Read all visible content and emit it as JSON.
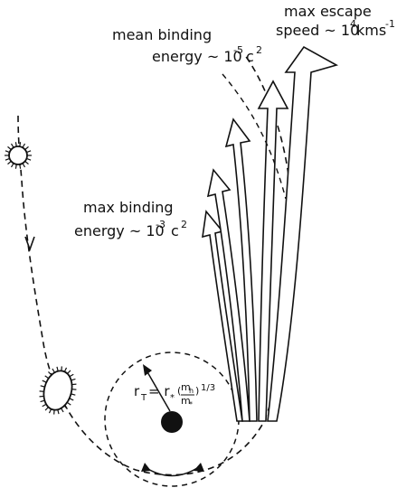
{
  "labels": {
    "max_escape_line1": "max escape",
    "max_escape_prefix": "speed ~ 10",
    "max_escape_exp": "4",
    "max_escape_unit": "kms",
    "max_escape_unit_exp": "-1",
    "mean_binding_line1": "mean binding",
    "mean_binding_prefix": "energy ~ 10",
    "mean_binding_exp": "-5",
    "mean_binding_c": "c",
    "mean_binding_c_exp": "2",
    "max_binding_line1": "max binding",
    "max_binding_prefix": "energy ~ 10",
    "max_binding_exp": "-3",
    "max_binding_c": "c",
    "max_binding_c_exp": "2",
    "tidal_r": "r",
    "tidal_r_sub": "T",
    "tidal_eq": "= r",
    "tidal_star_sub": "*",
    "tidal_mh": "m",
    "tidal_mh_sub": "h",
    "tidal_mstar": "m",
    "tidal_mstar_sub": "*",
    "tidal_power": "1/3"
  },
  "colors": {
    "ink": "#111111",
    "background": "#ffffff"
  }
}
